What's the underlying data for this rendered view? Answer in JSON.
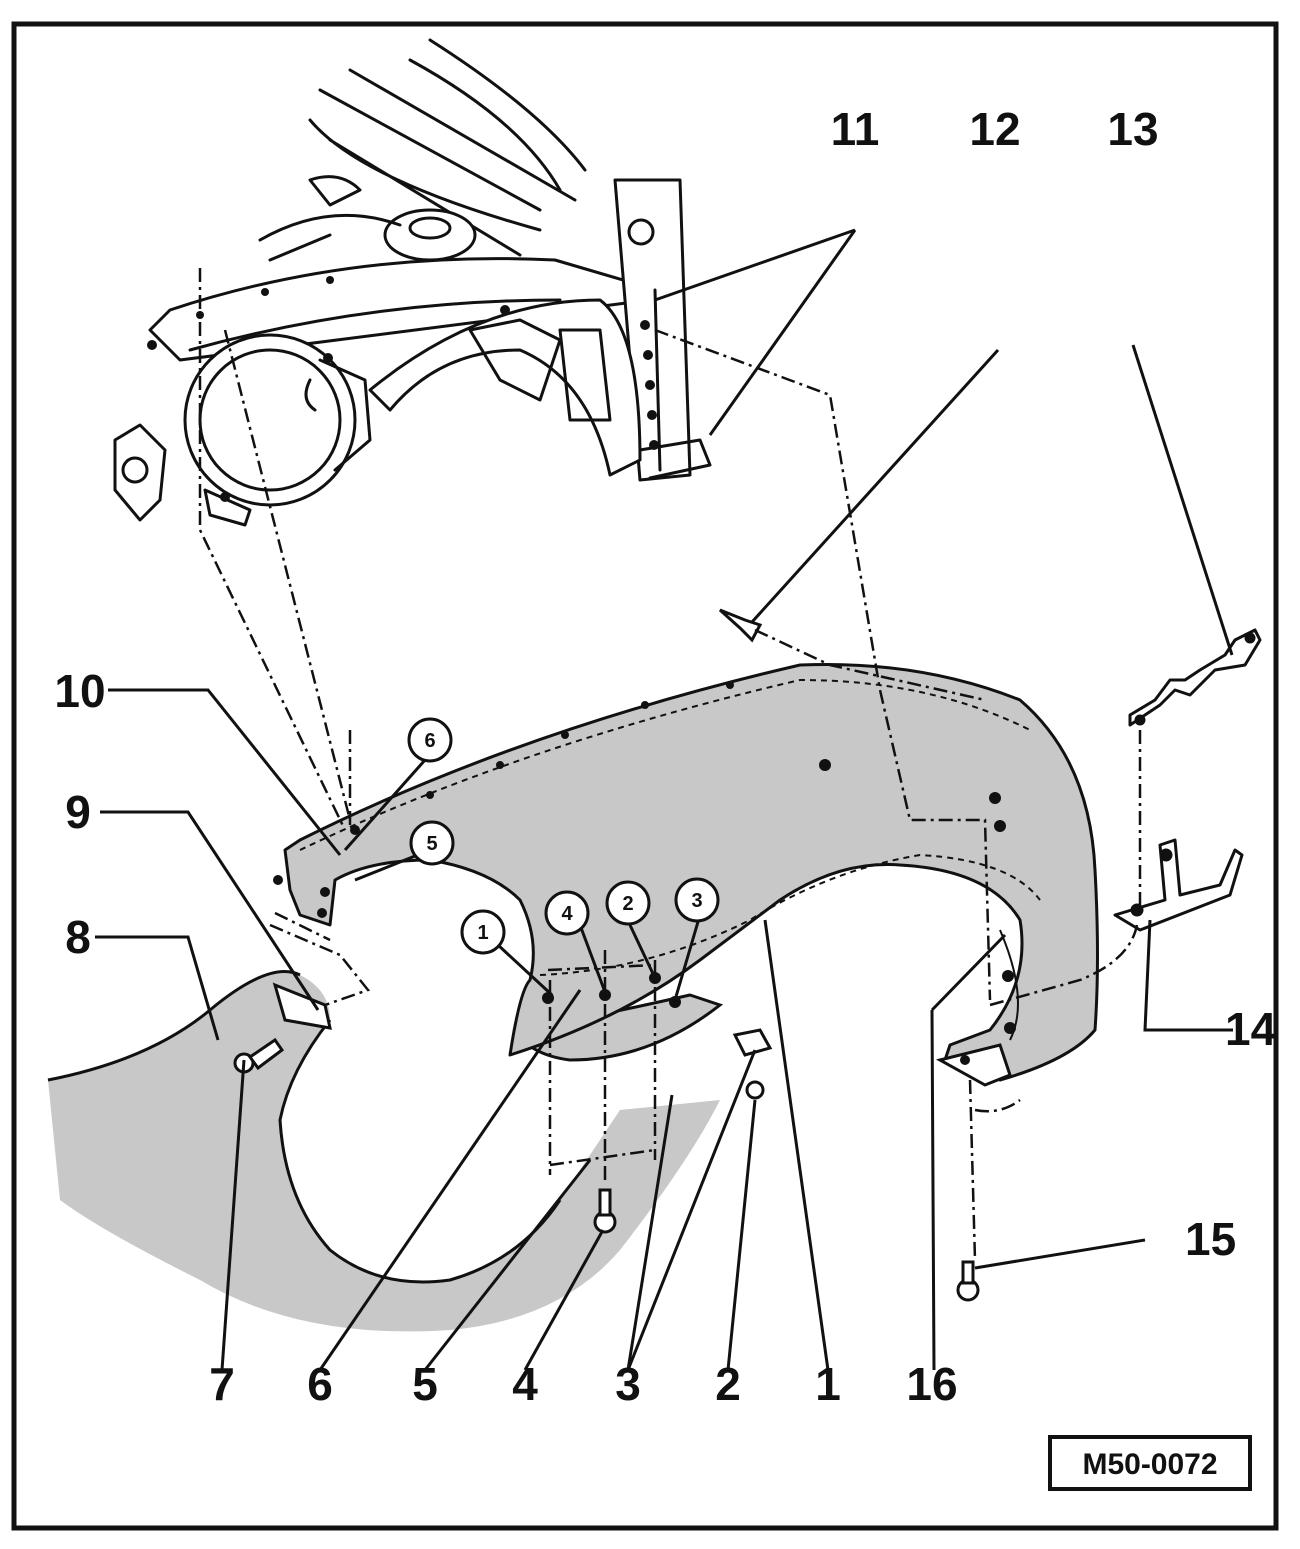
{
  "figure": {
    "reference": "M50-0072",
    "callouts": [
      "1",
      "2",
      "3",
      "4",
      "5",
      "6",
      "7",
      "8",
      "9",
      "10",
      "11",
      "12",
      "13",
      "14",
      "15",
      "16"
    ],
    "small_callouts": [
      "1",
      "2",
      "3",
      "4",
      "5",
      "6"
    ]
  },
  "colors": {
    "line": "#111111",
    "panel_fill": "#c8c8c8",
    "border": "#111111"
  }
}
